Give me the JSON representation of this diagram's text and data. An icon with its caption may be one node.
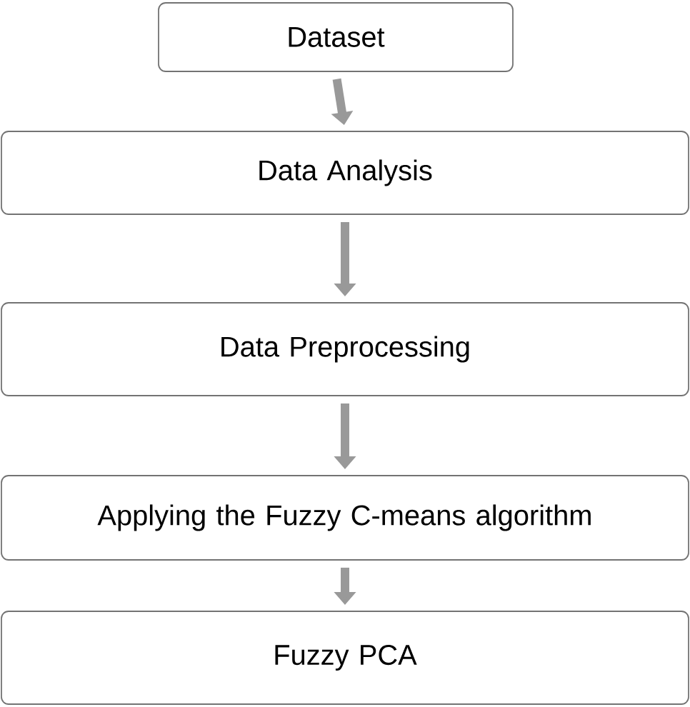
{
  "diagram": {
    "nodes": [
      {
        "text": [
          "Dataset"
        ]
      },
      {
        "text": [
          "Data Analysis"
        ]
      },
      {
        "text": [
          "Data Preprocessing"
        ]
      },
      {
        "text": [
          "Applying the Fuzzy C-means algorithm"
        ]
      },
      {
        "text": [
          "Fuzzy PCA"
        ]
      }
    ],
    "edges": [
      {
        "from": 0,
        "to": 1,
        "arrow": "to"
      },
      {
        "from": 1,
        "to": 2,
        "arrow": "to"
      },
      {
        "from": 2,
        "to": 3,
        "arrow": "to"
      },
      {
        "from": 3,
        "to": 4,
        "arrow": "to"
      }
    ]
  }
}
